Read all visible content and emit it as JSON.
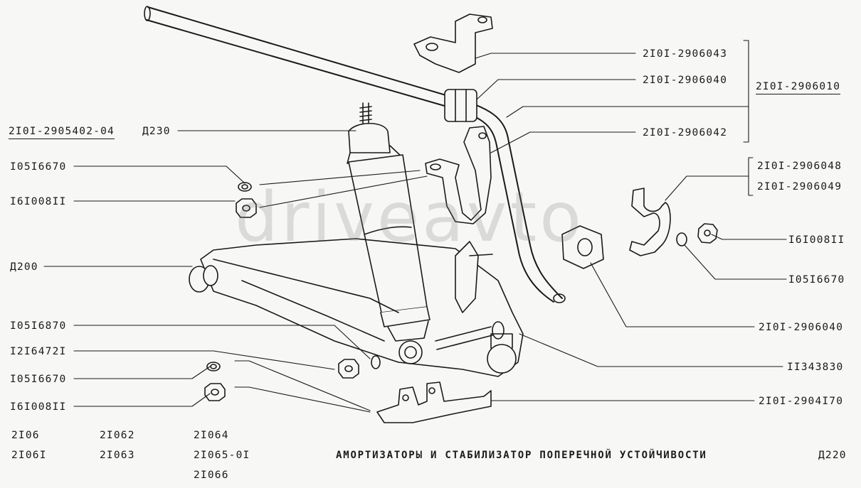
{
  "labels": {
    "assembly_main": "2I0I-2905402-04",
    "d230": "Д230",
    "n105166_a": "I05I6670",
    "n161008_a": "I6I008II",
    "d200": "Д200",
    "n105168": "I05I6870",
    "n121647": "I2I6472I",
    "n105166_b": "I05I6670",
    "n161008_b": "I6I008II",
    "s2906043": "2I0I-2906043",
    "s2906040_a": "2I0I-2906040",
    "s2906010": "2I0I-2906010",
    "s2906042": "2I0I-2906042",
    "s2906048": "2I0I-2906048",
    "s2906049": "2I0I-2906049",
    "n161008_c": "I6I008II",
    "n105166_c": "I05I6670",
    "s2906040_b": "2I0I-2906040",
    "n11343830": "II343830",
    "s2904170": "2I0I-2904I70"
  },
  "models": {
    "col1": [
      "2I06",
      "2I06I"
    ],
    "col2": [
      "2I062",
      "2I063"
    ],
    "col3": [
      "2I064",
      "2I065-0I",
      "2I066"
    ]
  },
  "caption": {
    "title": "АМОРТИЗАТОРЫ И СТАБИЛИЗАТОР ПОПЕРЕЧНОЙ УСТОЙЧИВОСТИ",
    "page_code": "Д220"
  },
  "watermark": "driveavto"
}
